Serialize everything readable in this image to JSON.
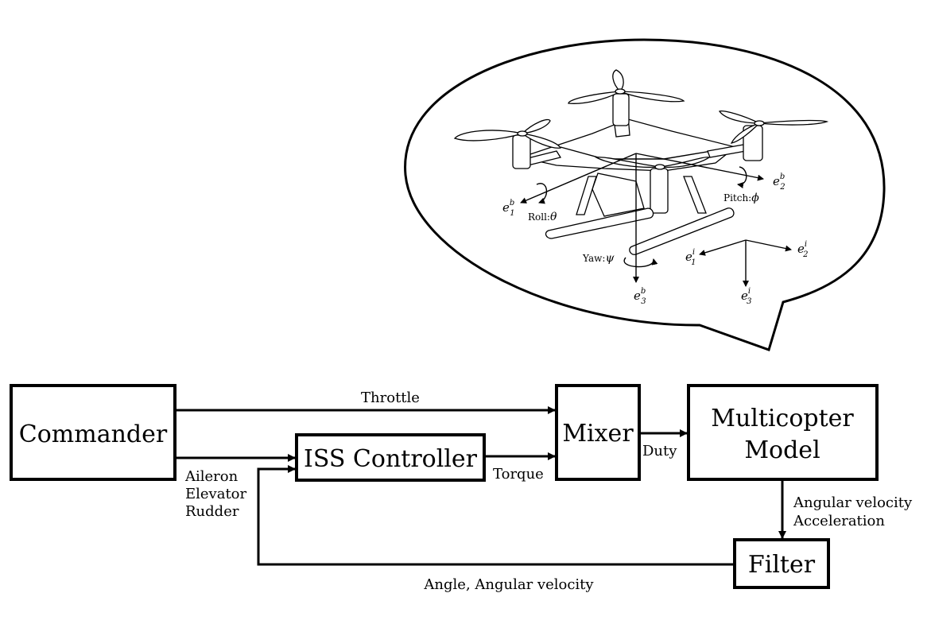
{
  "blocks": {
    "commander": "Commander",
    "iss_controller": "ISS Controller",
    "mixer": "Mixer",
    "model_line1": "Multicopter",
    "model_line2": "Model",
    "filter": "Filter"
  },
  "signals": {
    "throttle": "Throttle",
    "aileron": "Aileron",
    "elevator": "Elevator",
    "rudder": "Rudder",
    "torque": "Torque",
    "duty": "Duty",
    "angular_velocity": "Angular velocity",
    "acceleration": "Acceleration",
    "feedback": "Angle, Angular velocity"
  },
  "drone_illustration": {
    "body_axes": {
      "e1": {
        "base": "e",
        "sup": "b",
        "sub": "1"
      },
      "e2": {
        "base": "e",
        "sup": "b",
        "sub": "2"
      },
      "e3": {
        "base": "e",
        "sup": "b",
        "sub": "3"
      }
    },
    "inertial_axes": {
      "e1": {
        "base": "e",
        "sup": "i",
        "sub": "1"
      },
      "e2": {
        "base": "e",
        "sup": "i",
        "sub": "2"
      },
      "e3": {
        "base": "e",
        "sup": "i",
        "sub": "3"
      }
    },
    "rotations": {
      "roll": {
        "label": "Roll:",
        "symbol": "θ"
      },
      "pitch": {
        "label": "Pitch:",
        "symbol": "ϕ"
      },
      "yaw": {
        "label": "Yaw:",
        "symbol": "ψ"
      }
    }
  }
}
